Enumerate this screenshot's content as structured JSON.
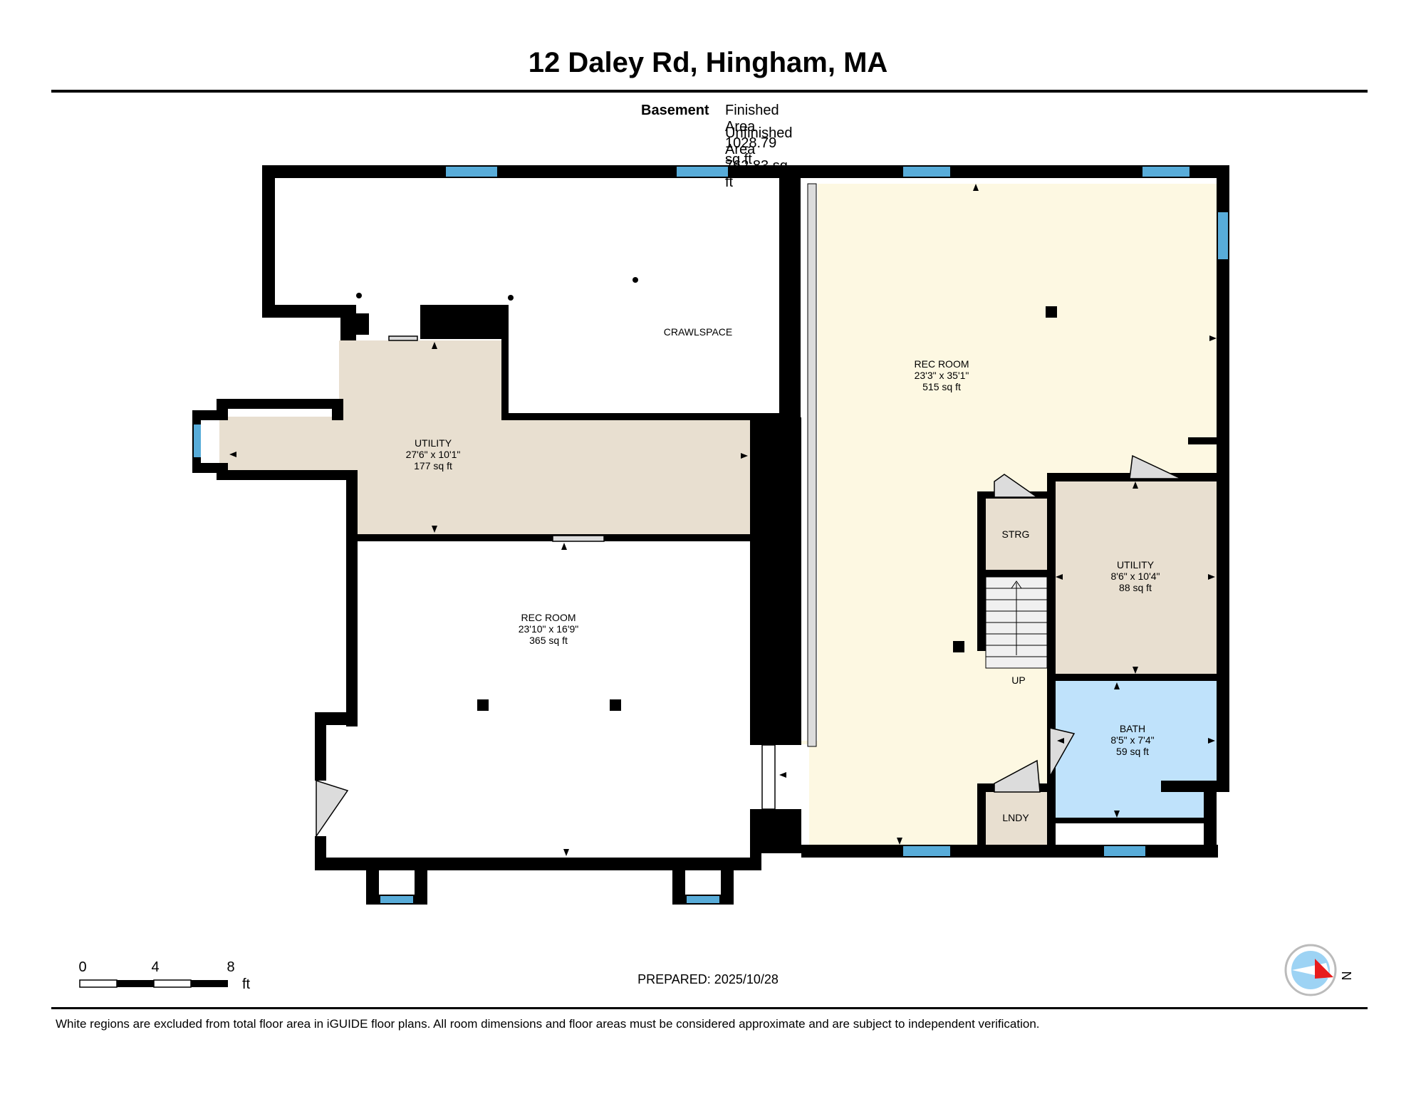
{
  "header": {
    "title": "12 Daley Rd, Hingham, MA",
    "level_label": "Basement",
    "finished_area": "Finished Area 1028.79 sq ft",
    "unfinished_area": "Unfinished Area 762.83 sq ft"
  },
  "rooms": {
    "crawlspace": {
      "name": "CRAWLSPACE"
    },
    "utility_left": {
      "name": "UTILITY",
      "dims": "27'6\" x 10'1\"",
      "area": "177 sq ft"
    },
    "rec_room_left": {
      "name": "REC ROOM",
      "dims": "23'10\" x 16'9\"",
      "area": "365 sq ft"
    },
    "rec_room_right": {
      "name": "REC ROOM",
      "dims": "23'3\" x 35'1\"",
      "area": "515 sq ft"
    },
    "storage": {
      "name": "STRG"
    },
    "stairs": {
      "label": "UP"
    },
    "utility_right": {
      "name": "UTILITY",
      "dims": "8'6\" x 10'4\"",
      "area": "88 sq ft"
    },
    "bath": {
      "name": "BATH",
      "dims": "8'5\" x 7'4\"",
      "area": "59 sq ft"
    },
    "laundry": {
      "name": "LNDY"
    }
  },
  "colors": {
    "wall": "#000000",
    "utility_fill": "#e8dfd0",
    "rec_room_right_fill": "#fdf8e2",
    "bath_fill": "#bfe2fb",
    "storage_fill": "#e8dfd0",
    "window": "#58acd9",
    "stair_fill": "#f0f0f0"
  },
  "scale": {
    "ticks": [
      "0",
      "4",
      "8"
    ],
    "unit": "ft"
  },
  "prepared": "PREPARED: 2025/10/28",
  "compass": {
    "icon": "compass-north-icon",
    "label": "N"
  },
  "footer": {
    "disclaimer": "White regions are excluded from total floor area in iGUIDE floor plans. All room dimensions and floor areas must be considered approximate and are subject to independent verification."
  }
}
